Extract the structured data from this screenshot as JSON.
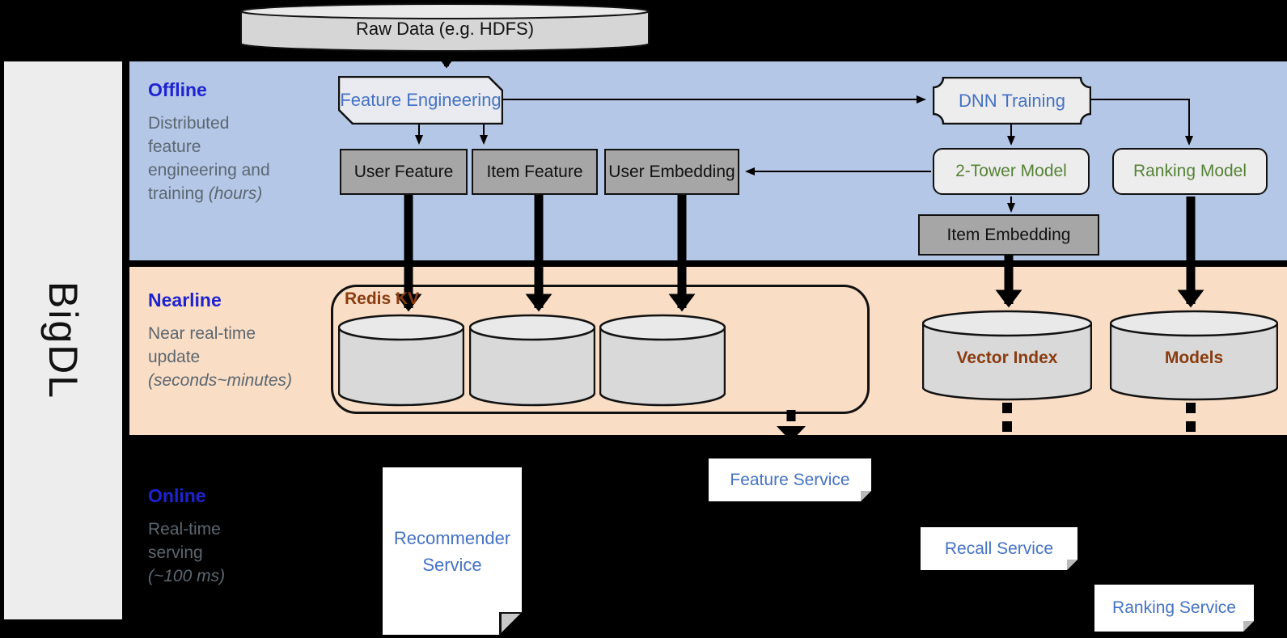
{
  "brand": "BigDL",
  "raw_data": {
    "label": "Raw Data (e.g. HDFS)"
  },
  "sections": {
    "offline": {
      "title": "Offline",
      "lines": [
        "Distributed",
        "feature",
        "engineering and"
      ],
      "tail_plain": "training ",
      "tail_italic": "(hours)"
    },
    "nearline": {
      "title": "Nearline",
      "lines": [
        "Near real-time",
        "update"
      ],
      "tail_plain": "",
      "tail_italic": "(seconds~minutes)"
    },
    "online": {
      "title": "Online",
      "lines": [
        "Real-time",
        "serving"
      ],
      "tail_plain": "",
      "tail_italic": "(~100 ms)"
    }
  },
  "offline_nodes": {
    "feature_engineering": "Feature Engineering",
    "dnn_training": "DNN Training",
    "user_feature": "User Feature",
    "item_feature": "Item Feature",
    "user_embedding": "User Embedding",
    "two_tower_model": "2-Tower Model",
    "ranking_model": "Ranking Model",
    "item_embedding": "Item Embedding"
  },
  "nearline_nodes": {
    "redis_kv": "Redis KV",
    "vector_index": "Vector Index",
    "models": "Models"
  },
  "online_nodes": {
    "recommender_service": "Recommender Service",
    "feature_service": "Feature Service",
    "recall_service": "Recall Service",
    "ranking_service": "Ranking Service"
  },
  "colors": {
    "band_blue": "#b4c7e7",
    "band_peach": "#f9ddc5",
    "header_blue": "#1e23d2",
    "body_gray": "#5b6770",
    "node_blue_text": "#4472c4",
    "node_green_text": "#548235",
    "node_brown_text": "#8a3c10",
    "gray_box": "#a6a6a6"
  }
}
